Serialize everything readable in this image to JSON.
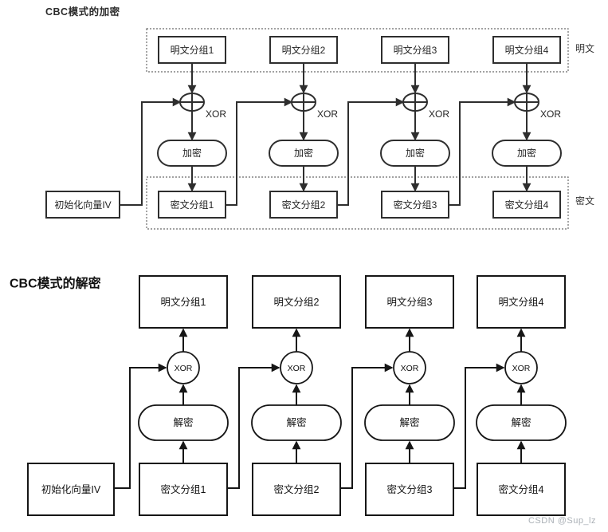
{
  "watermark": "CSDN @Sup_lz",
  "encryption": {
    "title": "CBC模式的加密",
    "plaintext_group_label": "明文",
    "ciphertext_group_label": "密文",
    "iv_label": "初始化向量IV",
    "xor_label": "XOR",
    "op_label": "加密",
    "plaintext_blocks": [
      "明文分组1",
      "明文分组2",
      "明文分组3",
      "明文分组4"
    ],
    "ciphertext_blocks": [
      "密文分组1",
      "密文分组2",
      "密文分组3",
      "密文分组4"
    ]
  },
  "decryption": {
    "title": "CBC模式的解密",
    "iv_label": "初始化向量IV",
    "xor_label": "XOR",
    "op_label": "解密",
    "plaintext_blocks": [
      "明文分组1",
      "明文分组2",
      "明文分组3",
      "明文分组4"
    ],
    "ciphertext_blocks": [
      "密文分组1",
      "密文分组2",
      "密文分组3",
      "密文分组4"
    ]
  }
}
